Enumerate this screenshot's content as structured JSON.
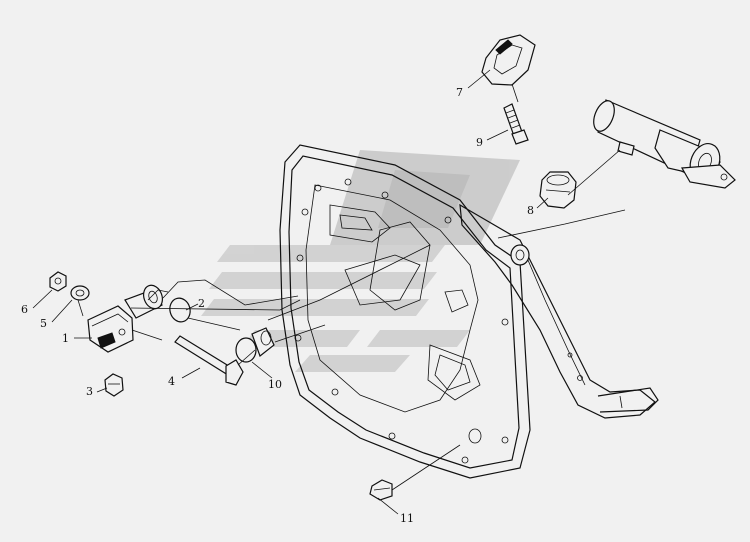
{
  "diagram": {
    "watermark_colors": [
      "#cfcfcf",
      "#b9b9b9"
    ],
    "callouts": [
      {
        "id": "c1",
        "label": "1"
      },
      {
        "id": "c2",
        "label": "2"
      },
      {
        "id": "c3",
        "label": "3"
      },
      {
        "id": "c4",
        "label": "4"
      },
      {
        "id": "c5",
        "label": "5"
      },
      {
        "id": "c6",
        "label": "6"
      },
      {
        "id": "c7",
        "label": "7"
      },
      {
        "id": "c8",
        "label": "8"
      },
      {
        "id": "c9",
        "label": "9"
      },
      {
        "id": "c10",
        "label": "10"
      },
      {
        "id": "c11",
        "label": "11"
      }
    ]
  }
}
